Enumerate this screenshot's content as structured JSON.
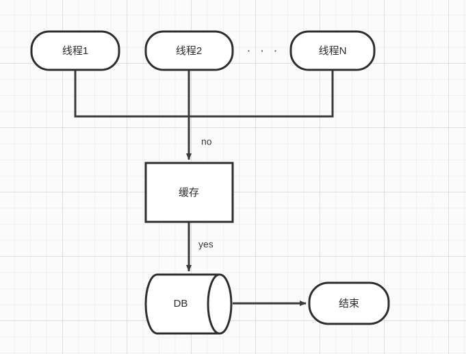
{
  "diagram": {
    "title": "thread-cache-db-flow",
    "background_color": "#fbfbfb",
    "stroke_color": "#2e2e2e",
    "fill_color": "#ffffff",
    "nodes": [
      {
        "id": "thread1",
        "label": "线程1",
        "shape": "rounded-rect"
      },
      {
        "id": "thread2",
        "label": "线程2",
        "shape": "rounded-rect"
      },
      {
        "id": "ellipsis",
        "label": "· · ·",
        "shape": "text"
      },
      {
        "id": "threadN",
        "label": "线程N",
        "shape": "rounded-rect"
      },
      {
        "id": "cache",
        "label": "缓存",
        "shape": "rect"
      },
      {
        "id": "db",
        "label": "DB",
        "shape": "cylinder"
      },
      {
        "id": "end",
        "label": "结束",
        "shape": "rounded-rect"
      }
    ],
    "edges": [
      {
        "id": "threads-to-cache",
        "label": "no",
        "from": "threads",
        "to": "cache"
      },
      {
        "id": "cache-to-db",
        "label": "yes",
        "from": "cache",
        "to": "db"
      },
      {
        "id": "db-to-end",
        "label": "",
        "from": "db",
        "to": "end"
      }
    ]
  }
}
